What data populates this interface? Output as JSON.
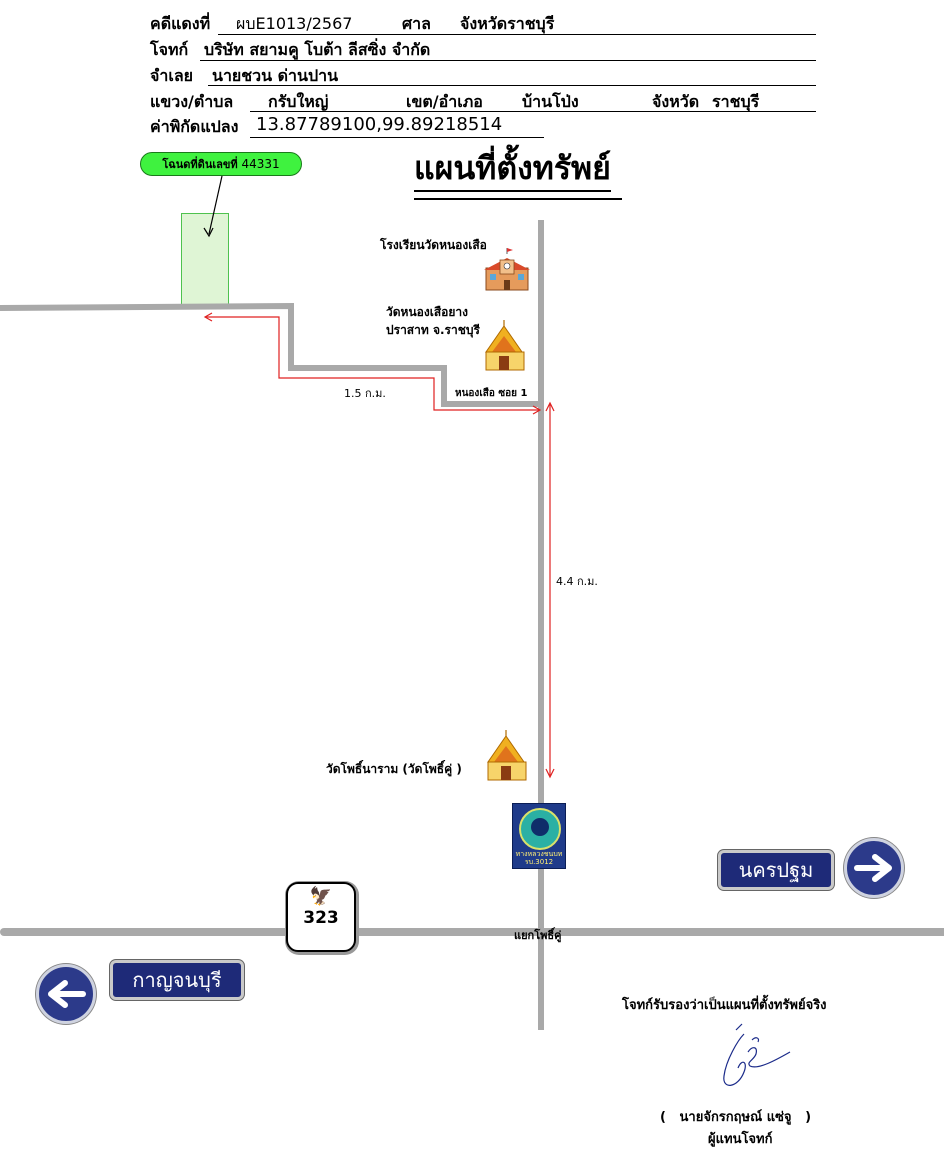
{
  "header": {
    "case_label": "คดีแดงที่",
    "case_value": "ผบE1013/2567",
    "court_label": "ศาล",
    "court_value": "จังหวัดราชบุรี",
    "plaintiff_label": "โจทก์",
    "plaintiff_value": "บริษัท สยามคู โบต้า ลีสซิ่ง จำกัด",
    "defendant_label": "จำเลย",
    "defendant_value": "นายชวน ด่านปาน",
    "subdistrict_label": "แขวง/ตำบล",
    "subdistrict_value": "กรับใหญ่",
    "district_label": "เขต/อำเภอ",
    "district_value": "บ้านโป่ง",
    "province_label": "จังหวัด",
    "province_value": "ราชบุรี",
    "coord_label": "ค่าพิกัดแปลง",
    "coord_value": "13.87789100,99.89218514"
  },
  "map_title": "แผนที่ตั้งทรัพย์",
  "deed": {
    "label": "โฉนดที่ดินเลขที่",
    "number": "44331"
  },
  "landmarks": {
    "school": "โรงเรียนวัดหนองเสือ",
    "temple1_line1": "วัดหนองเสือยาง",
    "temple1_line2": "ปราสาท จ.ราชบุรี",
    "soi": "หนองเสือ ซอย 1",
    "temple2": "วัดโพธิ์นาราม (วัดโพธิ์คู่ )",
    "junction": "แยกโพธิ์คู่",
    "hospital_text": "ทางหลวงชนบท รบ.3012"
  },
  "distances": {
    "short": "1.5 ก.ม.",
    "long": "4.4 ก.ม."
  },
  "route_number": "323",
  "direction_signs": {
    "east": "นครปฐม",
    "west": "กาญจนบุรี"
  },
  "certification": {
    "statement": "โจทก์รับรองว่าเป็นแผนที่ตั้งทรัพย์จริง",
    "signer": "(   นายจักรกฤษณ์ แซ่จู   )",
    "role": "ผู้แทนโจทก์"
  },
  "colors": {
    "road": "#a9a9a9",
    "route_line": "#e02020",
    "plot_fill": "#dff5d5",
    "deed_tag": "#3ff23f",
    "sign_blue": "#1e2a78"
  },
  "icons": {
    "school": "school-building-icon",
    "temple": "thai-temple-icon",
    "arrow_right": "arrow-right-circle-icon",
    "arrow_left": "arrow-left-circle-icon",
    "garuda": "garuda-emblem-icon"
  }
}
